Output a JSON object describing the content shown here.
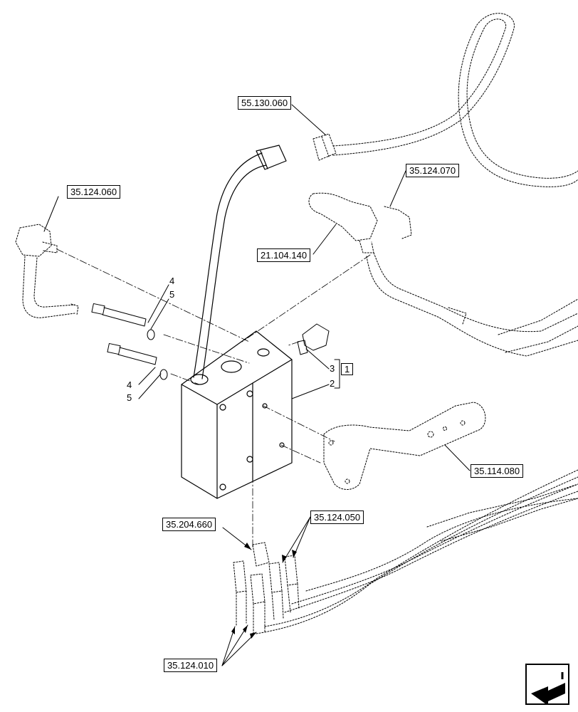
{
  "references": {
    "r55130060": "55.130.060",
    "r35124060": "35.124.060",
    "r35124070": "35.124.070",
    "r21104140": "21.104.140",
    "r35114080": "35.114.080",
    "r35204660": "35.204.660",
    "r35124050": "35.124.050",
    "r35124010": "35.124.010"
  },
  "item_numbers": {
    "n4a": "4",
    "n5a": "5",
    "n4b": "4",
    "n5b": "5",
    "n3": "3",
    "n2": "2",
    "n1": "1"
  },
  "icons": {
    "navigation": "arrow-back-icon"
  }
}
